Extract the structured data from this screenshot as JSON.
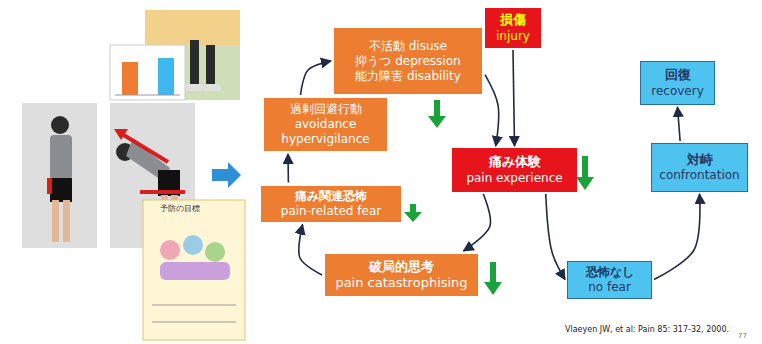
{
  "diagram": {
    "nodes": [
      {
        "text": [
          "損傷",
          "injury"
        ]
      },
      {
        "text": [
          "不活動 disuse",
          "抑うつ depression",
          "能力障害 disability"
        ]
      },
      {
        "text": [
          "過剰回避行動",
          "avoidance",
          "hypervigilance"
        ]
      },
      {
        "text": [
          "痛み体験",
          "pain experience"
        ]
      },
      {
        "text": [
          "痛み関連恐怖",
          "pain-related fear"
        ]
      },
      {
        "text": [
          "破局的思考",
          "pain catastrophising"
        ]
      },
      {
        "text": [
          "恐怖なし",
          "no fear"
        ]
      },
      {
        "text": [
          "対峙",
          "confrontation"
        ]
      },
      {
        "text": [
          "回復",
          "recovery"
        ]
      }
    ],
    "edges": [
      {
        "from": 0,
        "to": 3,
        "arrow": "to"
      },
      {
        "from": 3,
        "to": 5,
        "arrow": "to"
      },
      {
        "from": 5,
        "to": 4,
        "arrow": "to"
      },
      {
        "from": 4,
        "to": 2,
        "arrow": "to"
      },
      {
        "from": 2,
        "to": 1,
        "arrow": "to"
      },
      {
        "from": 1,
        "to": 3,
        "arrow": "to"
      },
      {
        "from": 3,
        "to": 6,
        "arrow": "to"
      },
      {
        "from": 6,
        "to": 7,
        "arrow": "to"
      },
      {
        "from": 7,
        "to": 8,
        "arrow": "to"
      }
    ],
    "labels": [
      "予防の目標",
      "Vlaeyen JW, et al: Pain 85: 317-32, 2000.",
      "77"
    ]
  }
}
